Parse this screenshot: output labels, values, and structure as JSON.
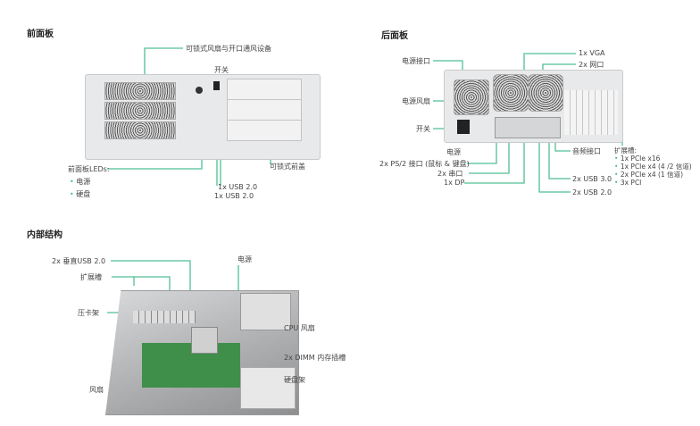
{
  "front": {
    "title": "前面板",
    "labels": {
      "fan_vent": "可锁式风扇与开口通风设备",
      "switch": "开关",
      "leds": "前面板LEDs:",
      "led_items": [
        "电源",
        "硬盘"
      ],
      "usb1": "1x USB 2.0",
      "usb2": "1x USB 2.0",
      "front_cover": "可锁式前盖"
    }
  },
  "rear": {
    "title": "后面板",
    "labels": {
      "power_port": "电源接口",
      "power_fan": "电源风扇",
      "switch": "开关",
      "power": "电源",
      "ps2": "2x PS/2 接口 (鼠标 & 键盘)",
      "serial": "2x 串口",
      "dp": "1x DP",
      "vga": "1x VGA",
      "lan": "2x 网口",
      "audio": "音频接口",
      "usb3": "2x USB 3.0",
      "usb2": "2x USB 2.0",
      "expansion_title": "扩展槽:",
      "expansion_items": [
        "1x PCIe x16",
        "1x PCIe x4 (4 /2 信道)",
        "2x PCIe x4 (1 信道)",
        "3x PCI"
      ]
    }
  },
  "interior": {
    "title": "内部结构",
    "labels": {
      "vertical_usb": "2x 垂直USB 2.0",
      "expansion": "扩展槽",
      "card_holder": "压卡架",
      "fan": "风扇",
      "power": "电源",
      "cpu_fan": "CPU 风扇",
      "dimm": "2x DIMM 内存插槽",
      "hdd_bay": "硬盘架"
    }
  },
  "colors": {
    "accent": "#4fbf94"
  }
}
